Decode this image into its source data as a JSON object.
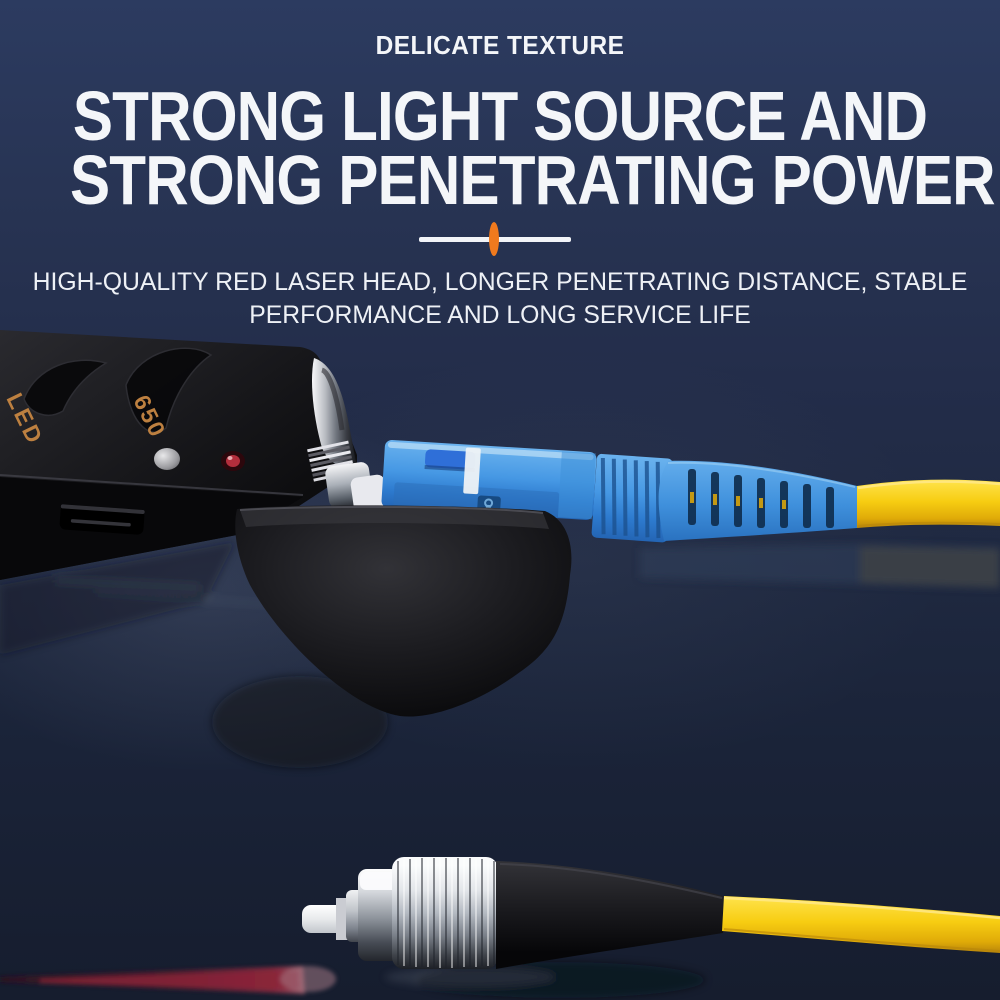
{
  "banner": {
    "tagline": "DELICATE TEXTURE",
    "title_line1": "STRONG LIGHT SOURCE AND",
    "title_line2": "STRONG PENETRATING POWER",
    "subtitle_line1": "HIGH-QUALITY RED LASER HEAD, LONGER PENETRATING DISTANCE, STABLE",
    "subtitle_line2": "PERFORMANCE AND LONG SERVICE LIFE"
  },
  "device": {
    "led_label": "LED",
    "wavelength_label": "650"
  },
  "colors": {
    "bg-top": "#2c3b60",
    "bg-bottom": "#161d2e",
    "accent": "#f07a1e",
    "txt": "#f4f6f9",
    "connector-blue": "#3f97e0",
    "cable-yellow": "#f6cf12",
    "laser-red": "#8e2c42"
  }
}
